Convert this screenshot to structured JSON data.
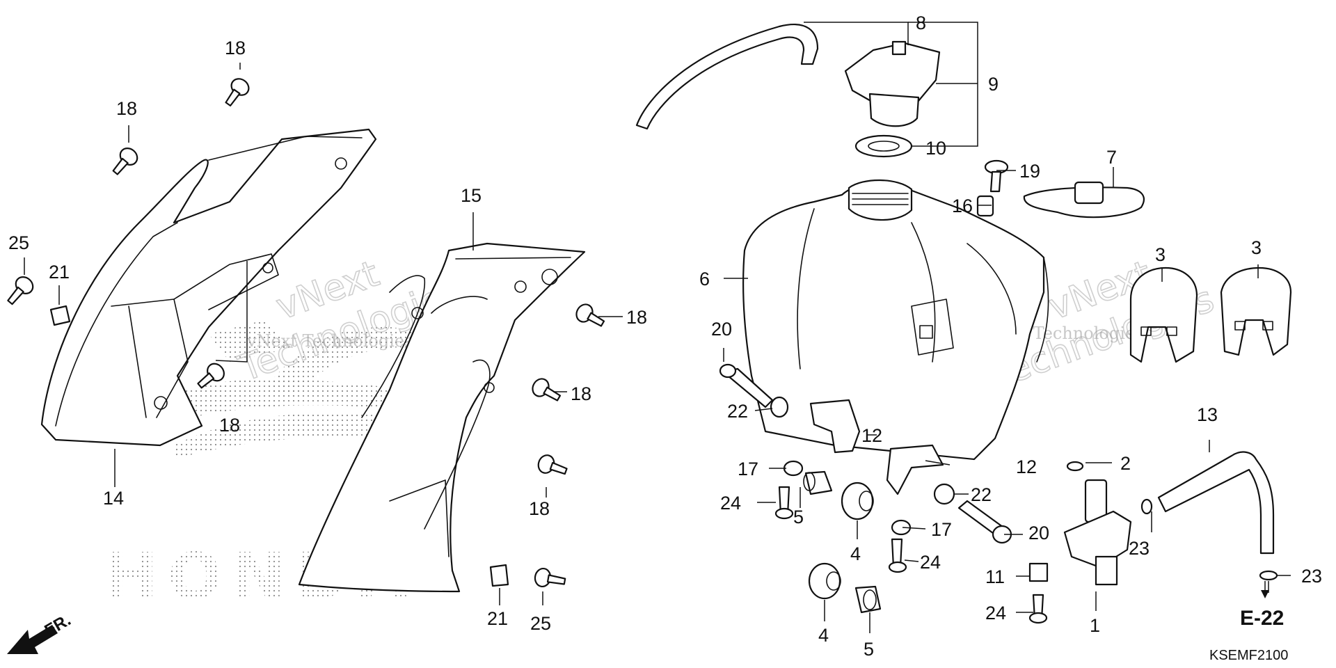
{
  "diagram": {
    "callouts": {
      "c1": "1",
      "c2": "2",
      "c3a": "3",
      "c3b": "3",
      "c4a": "4",
      "c4b": "4",
      "c5a": "5",
      "c5b": "5",
      "c6": "6",
      "c7": "7",
      "c8": "8",
      "c9": "9",
      "c10": "10",
      "c11": "11",
      "c12a": "12",
      "c12b": "12",
      "c13": "13",
      "c14": "14",
      "c15": "15",
      "c16": "16",
      "c17a": "17",
      "c17b": "17",
      "c18a": "18",
      "c18b": "18",
      "c18c": "18",
      "c18d": "18",
      "c18e": "18",
      "c18f": "18",
      "c19": "19",
      "c20a": "20",
      "c20b": "20",
      "c21a": "21",
      "c21b": "21",
      "c22a": "22",
      "c22b": "22",
      "c23a": "23",
      "c23b": "23",
      "c24a": "24",
      "c24b": "24",
      "c24c": "24",
      "c25a": "25",
      "c25b": "25"
    },
    "direction_label": "FR.",
    "reference": "E-22",
    "diagram_code": "KSEMF2100",
    "logo_text": "HONDA",
    "watermark_line1": "vNext",
    "watermark_line2": "Technologies",
    "watermark_caption": "vNext Technologies"
  }
}
